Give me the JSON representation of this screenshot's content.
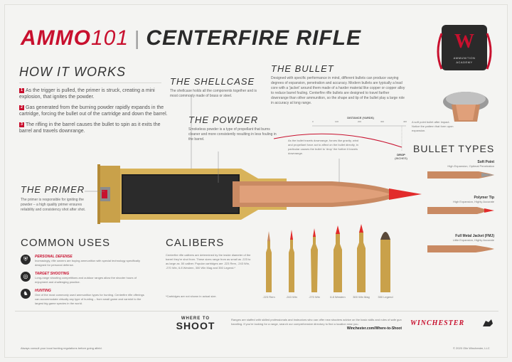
{
  "header": {
    "ammo": "AMMO",
    "num": "101",
    "title": "CENTERFIRE RIFLE"
  },
  "badge": {
    "letter": "W",
    "line1": "AMMUNITION",
    "line2": "ACADEMY"
  },
  "how": {
    "title": "HOW IT WORKS",
    "steps": [
      {
        "n": "1",
        "text": "As the trigger is pulled, the primer is struck, creating a mini explosion, that ignites the powder."
      },
      {
        "n": "2",
        "text": "Gas generated from the burning powder rapidly expands in the cartridge, forcing the bullet out of the cartridge and down the barrel."
      },
      {
        "n": "3",
        "text": "The rifling in the barrel causes the bullet to spin as it exits the barrel and travels downrange."
      }
    ]
  },
  "shellcase": {
    "title": "THE SHELLCASE",
    "desc": "The shellcase holds all the components together and is most commonly made of brass or steel."
  },
  "powder": {
    "title": "THE POWDER",
    "desc": "Smokeless powder is a type of propellant that burns cleaner and more consistently resulting in less fouling in the barrel."
  },
  "bullet": {
    "title": "THE BULLET",
    "desc": "Designed with specific performance in mind, different bullets can produce varying degrees of expansion, penetration and accuracy. Modern bullets are typically a lead core with a 'jacket' around them made of a harder material like copper or copper alloy to reduce barrel fouling. Centerfire rifle bullets are designed to travel farther downrange than other ammunition, so the shape and tip of the bullet play a large role in accuracy at long range."
  },
  "primer": {
    "title": "THE PRIMER",
    "desc": "The primer is responsible for igniting the powder – a high quality primer ensures reliability and consistency shot after shot."
  },
  "trajectory": {
    "distance_label": "DISTANCE (YARDS)",
    "ticks": [
      "0",
      "100",
      "200",
      "300",
      "400"
    ],
    "note": "As the bullet travels downrange, forces like gravity, wind and propellant force act to affect on the bullet directly, in particular causes the bullet to 'drop' the further it travels downrange.",
    "drop_label": "DROP",
    "drop_unit": "(INCHES)"
  },
  "softpoint_note": "A soft point bullet after impact. Notice the pattern that form upon expansion.",
  "types": {
    "title": "BULLET TYPES",
    "items": [
      {
        "name": "Soft Point",
        "desc": "High Expansion, Optimal Penetration"
      },
      {
        "name": "Polymer Tip",
        "desc": "High Expansion, Highly Accurate"
      },
      {
        "name": "Full Metal Jacket (FMJ)",
        "desc": "Little Expansion, Highly Accurate"
      }
    ]
  },
  "uses": {
    "title": "COMMON USES",
    "items": [
      {
        "icon": "⛨",
        "title": "PERSONAL DEFENSE",
        "desc": "Increasingly, rifle owners are buying ammunition with special technology specifically designed for personal defense."
      },
      {
        "icon": "◎",
        "title": "TARGET SHOOTING",
        "desc": "Long-range shooting competitions and outdoor ranges allow the shooter hours of enjoyment and challenging practice."
      },
      {
        "icon": "♞",
        "title": "HUNTING",
        "desc": "One of the most commonly used ammunition types for hunting. Centerfire rifle offerings can accommodate virtually any type of hunting – from small game and varmint to the largest big game species in the world."
      }
    ]
  },
  "calibers": {
    "title": "CALIBERS",
    "desc": "Centerfire rifle calibers are determined by the inside diameter of the barrel they're shot from. These sizes range from as small as .223 to as large as .50 caliber. Popular cartridges are .223 Rem, .243 Win, .270 Win, 6.8 Western, 300 Win Mag and 350 Legend.*",
    "footnote": "*Cartridges are not shown in actual size.",
    "names": [
      ".223 Rem",
      ".243 Win",
      ".270 Win",
      "6.8 Western",
      "300 Win Mag",
      "350 Legend"
    ]
  },
  "footer": {
    "logo1": "WHERE TO",
    "logo2": "SHOOT",
    "text": "Ranges are staffed with skilled professionals and instructors who can offer new shooters advice on the basic skills and rules of safe gun handling. If you're looking for a range, search our comprehensive directory to find a location near you.",
    "url": "Winchester.com/Where-to-Shoot",
    "brand": "WINCHESTER",
    "note": "Always consult your local hunting regulations before going afield.",
    "copy": "© 2020 Olin Winchester, LLC"
  },
  "colors": {
    "accent": "#c8102e",
    "dark": "#2a2a2a",
    "brass": "#c9a14a",
    "copper": "#c98a63"
  }
}
